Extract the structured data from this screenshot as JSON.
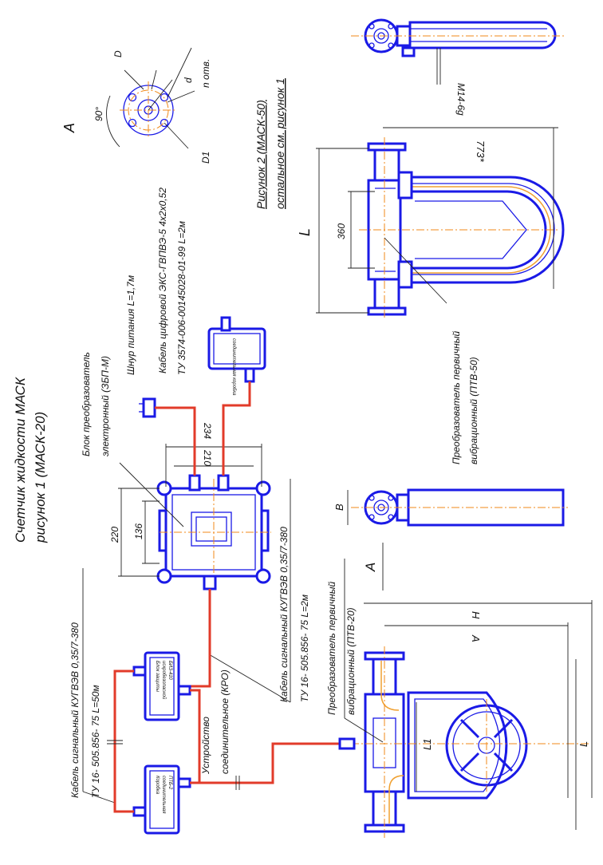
{
  "figure1": {
    "title": "Счетчик жидкости МАСК",
    "subtitle": "рисунок 1 (МАСК-20)"
  },
  "figure2": {
    "title": "Рисунок 2 (МАСК-50)",
    "subtitle": "остальное см. рисунок 1"
  },
  "labels": {
    "electronic_unit": "Блок преобразователь",
    "electronic_unit2": "электронный (ЗБП-М)",
    "power_cord": "Шнур питания L=1,7м",
    "digital_cable": "Кабель цифровой ЭКС-ГВПВЭ-5 4х2х0,52",
    "digital_cable_tu": "ТУ 3574-006-00145028-01-99  L=2м",
    "signal_cable_top": "Кабель сигнальный КУГВЭВ 0,35/7-380",
    "signal_cable_top_tu": "ТУ 16- 505.856- 75    L=2м",
    "signal_cable_left": "Кабель сигнальный КУГВЭВ 0,35/7-380",
    "signal_cable_left_tu": "ТУ 16- 505.856- 75    L=50м",
    "connector": "Устройство",
    "connector2": "соединительное (КРО)",
    "sensor20": "Преобразователь первичный",
    "sensor20b": "вибрационный (ПТВ-20)",
    "sensor50": "Преобразователь первичный",
    "sensor50b": "вибрационный (ПТВ-50)",
    "small_box": "соединительная коробка",
    "box_a": "Блок защиты",
    "box_a2": "искробезопасной",
    "box_a3": "БИЗ-410",
    "box_b": "Коробка",
    "box_b2": "соединительная",
    "box_b3": "ПТБ-2"
  },
  "dimensions": {
    "d234": "234",
    "d210": "210",
    "d220": "220",
    "d136": "136",
    "d360": "360",
    "d773": "773*",
    "L": "L",
    "L1": "L1",
    "H": "H",
    "A": "A",
    "B": "B",
    "thread": "М14-6g",
    "deg": "90°",
    "D": "D",
    "D1": "D1",
    "d": "d",
    "n_holes": "n отв.",
    "viewA": "A",
    "viewA_arrow": "A"
  },
  "colors": {
    "outline": "#1a1ae6",
    "axis": "#f08a1a",
    "cable": "#e23b2a"
  }
}
